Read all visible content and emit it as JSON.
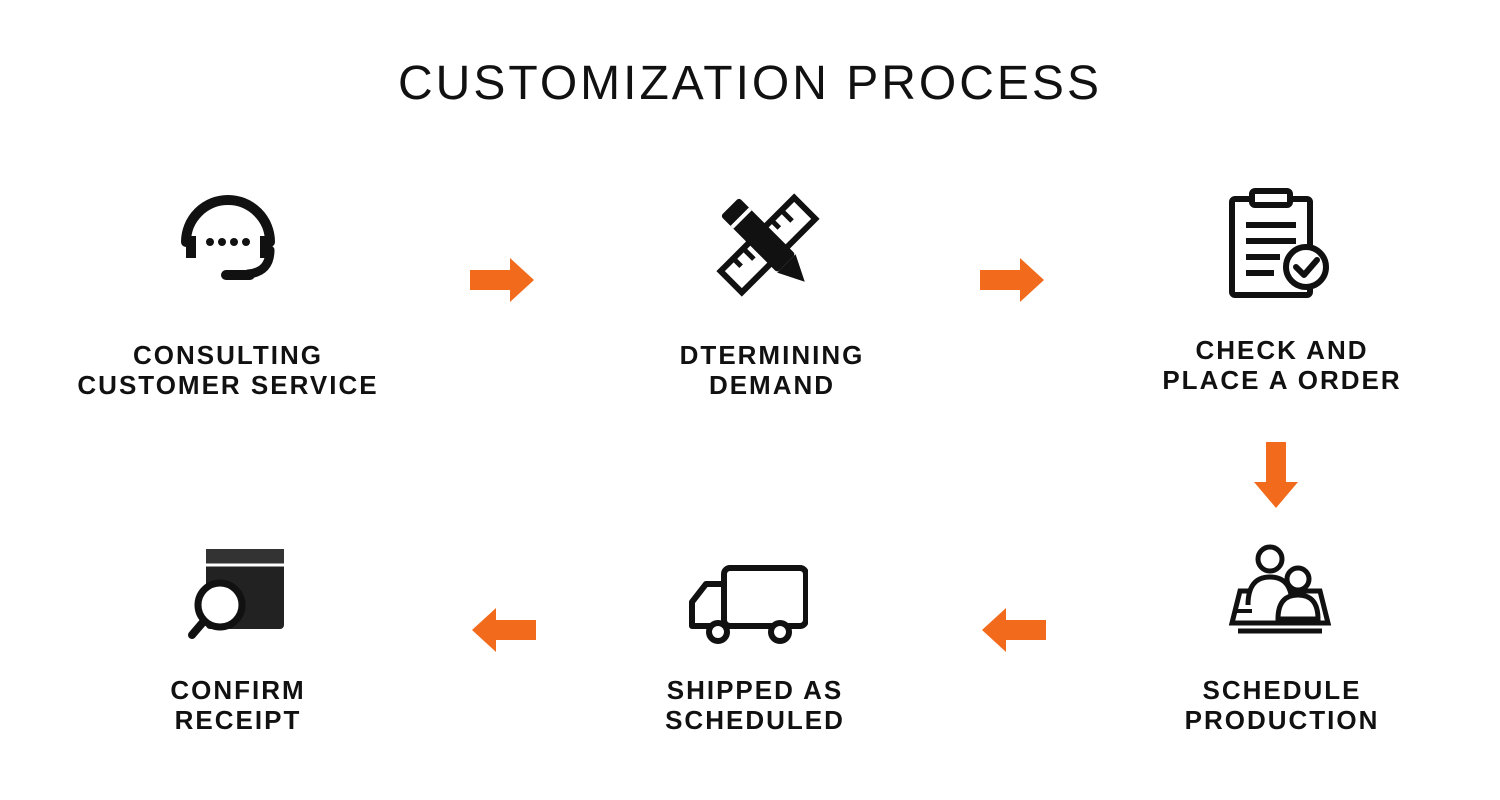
{
  "title": "CUSTOMIZATION PROCESS",
  "colors": {
    "arrow": "#f26b1d",
    "icon": "#111111",
    "text": "#111111"
  },
  "steps": [
    {
      "icon": "headset-icon",
      "line1": "CONSULTING",
      "line2": "CUSTOMER SERVICE"
    },
    {
      "icon": "pencil-ruler-icon",
      "line1": "DTERMINING",
      "line2": "DEMAND"
    },
    {
      "icon": "clipboard-check-icon",
      "line1": "CHECK AND",
      "line2": "PLACE A ORDER"
    },
    {
      "icon": "people-schedule-icon",
      "line1": "SCHEDULE",
      "line2": "PRODUCTION"
    },
    {
      "icon": "truck-icon",
      "line1": "SHIPPED AS",
      "line2": "SCHEDULED"
    },
    {
      "icon": "package-search-icon",
      "line1": "CONFIRM",
      "line2": "RECEIPT"
    }
  ],
  "arrows": [
    {
      "from": "CONSULTING CUSTOMER SERVICE",
      "to": "DTERMINING DEMAND",
      "direction": "right"
    },
    {
      "from": "DTERMINING DEMAND",
      "to": "CHECK AND PLACE A ORDER",
      "direction": "right"
    },
    {
      "from": "CHECK AND PLACE A ORDER",
      "to": "SCHEDULE PRODUCTION",
      "direction": "down"
    },
    {
      "from": "SCHEDULE PRODUCTION",
      "to": "SHIPPED AS SCHEDULED",
      "direction": "left"
    },
    {
      "from": "SHIPPED AS SCHEDULED",
      "to": "CONFIRM RECEIPT",
      "direction": "left"
    }
  ]
}
